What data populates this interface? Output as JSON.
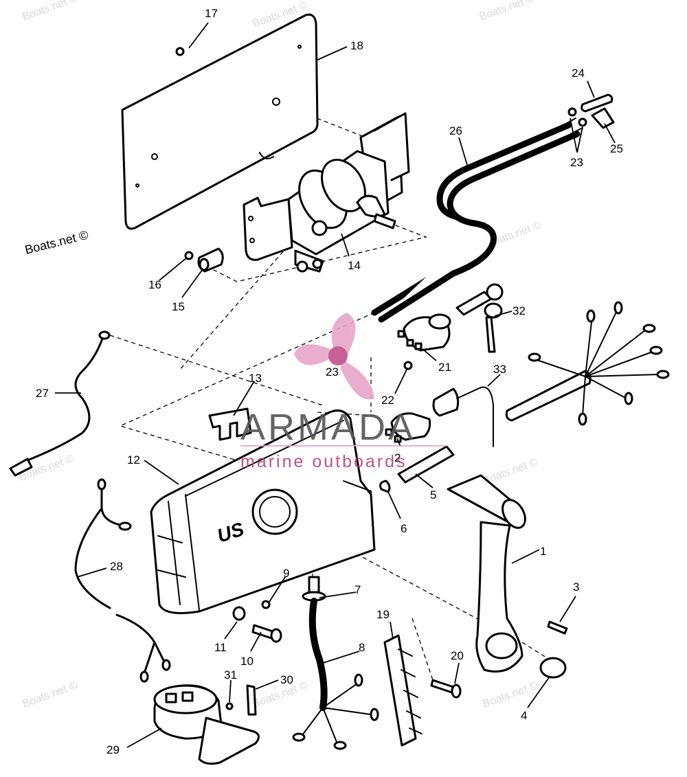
{
  "callouts": [
    {
      "n": "17"
    },
    {
      "n": "18"
    },
    {
      "n": "24"
    },
    {
      "n": "26"
    },
    {
      "n": "25"
    },
    {
      "n": "23"
    },
    {
      "n": "14"
    },
    {
      "n": "16"
    },
    {
      "n": "15"
    },
    {
      "n": "32"
    },
    {
      "n": "21"
    },
    {
      "n": "23"
    },
    {
      "n": "27"
    },
    {
      "n": "13"
    },
    {
      "n": "22"
    },
    {
      "n": "33"
    },
    {
      "n": "2"
    },
    {
      "n": "12"
    },
    {
      "n": "5"
    },
    {
      "n": "6"
    },
    {
      "n": "1"
    },
    {
      "n": "28"
    },
    {
      "n": "9"
    },
    {
      "n": "7"
    },
    {
      "n": "3"
    },
    {
      "n": "11"
    },
    {
      "n": "10"
    },
    {
      "n": "19"
    },
    {
      "n": "8"
    },
    {
      "n": "20"
    },
    {
      "n": "31"
    },
    {
      "n": "30"
    },
    {
      "n": "4"
    },
    {
      "n": "29"
    }
  ],
  "watermark": {
    "text": "Boats.net ©",
    "brand_name": "ARMADA",
    "brand_sub": "marine outboards",
    "logo_color": "#e7a6c9",
    "logo_accent": "#b8407a"
  },
  "housing_label": "US"
}
